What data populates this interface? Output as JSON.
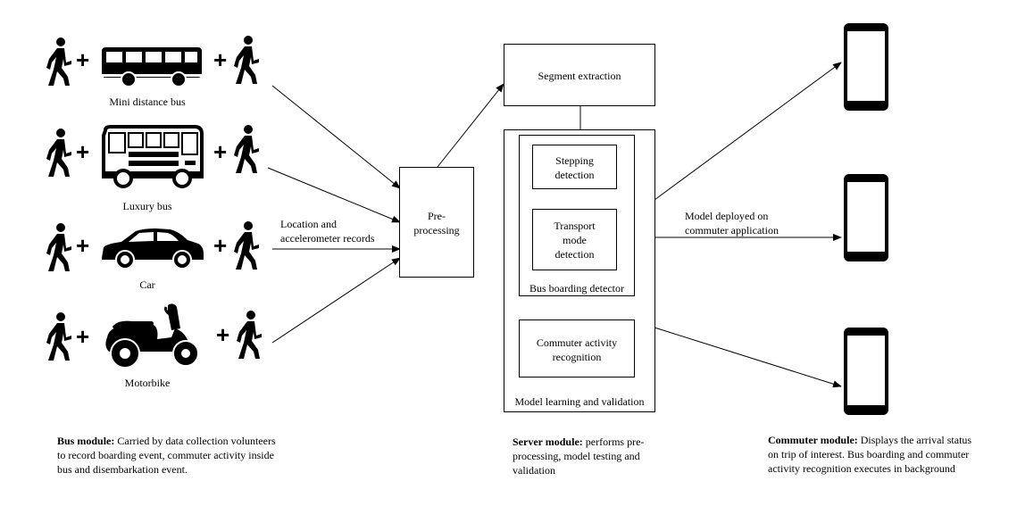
{
  "vehicles": [
    {
      "label": "Mini distance bus",
      "icon": "mini-bus-icon"
    },
    {
      "label": "Luxury bus",
      "icon": "luxury-bus-icon"
    },
    {
      "label": "Car",
      "icon": "car-icon"
    },
    {
      "label": "Motorbike",
      "icon": "motorbike-icon"
    }
  ],
  "plus_sign": "+",
  "edge_label_records": [
    "Location and",
    "accelerometer records"
  ],
  "edge_label_model": [
    "Model deployed on",
    "commuter application"
  ],
  "boxes": {
    "preprocessing": [
      "Pre-",
      "processing"
    ],
    "segment_extraction": "Segment extraction",
    "stepping_detection": [
      "Stepping",
      "detection"
    ],
    "transport_mode_detection": [
      "Transport",
      "mode",
      "detection"
    ],
    "bus_boarding_detector": "Bus boarding detector",
    "commuter_activity_recognition": [
      "Commuter activity",
      "recognition"
    ],
    "model_learning_validation": "Model learning and validation"
  },
  "descriptions": {
    "bus_module": {
      "title": "Bus module:",
      "lines": [
        " Carried by data collection volunteers",
        "to record boarding event, commuter activity inside",
        "bus and disembarkation event."
      ]
    },
    "server_module": {
      "title": "Server module:",
      "lines": [
        " performs pre-",
        "processing, model testing and",
        "validation"
      ]
    },
    "commuter_module": {
      "title": "Commuter module:",
      "lines": [
        " Displays the arrival status",
        "on trip of interest. Bus boarding and commuter",
        "activity recognition executes in background"
      ]
    }
  },
  "colors": {
    "ink": "#000000",
    "background": "#ffffff"
  }
}
